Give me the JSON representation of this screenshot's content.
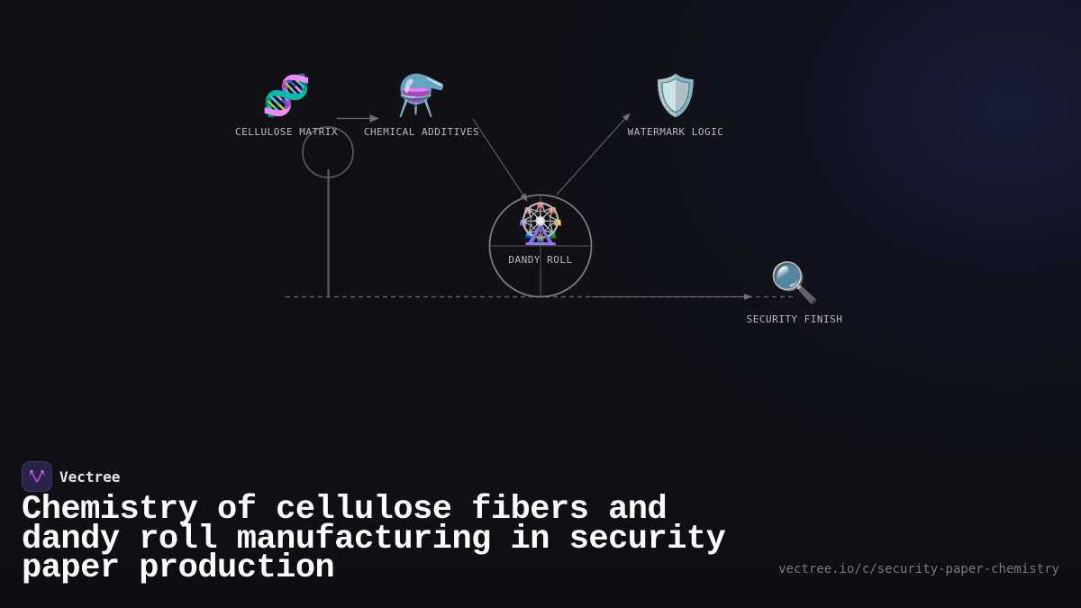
{
  "brand": {
    "name": "Vectree",
    "logo_icon": "vectree-fork-icon",
    "accent_color": "#b046d8",
    "logo_bg": "#272447"
  },
  "title": "Chemistry of cellulose fibers and dandy roll manufacturing in security paper production",
  "url": "vectree.io/c/security-paper-chemistry",
  "diagram": {
    "nodes": [
      {
        "id": "cellulose-matrix",
        "label": "CELLULOSE MATRIX",
        "icon": "dna-icon",
        "emoji": "🧬"
      },
      {
        "id": "chemical-additives",
        "label": "CHEMICAL ADDITIVES",
        "icon": "flask-icon",
        "emoji": "⚗️"
      },
      {
        "id": "watermark-logic",
        "label": "WATERMARK LOGIC",
        "icon": "shield-icon",
        "emoji": "🛡️"
      },
      {
        "id": "dandy-roll",
        "label": "DANDY ROLL",
        "icon": "ferris-wheel-icon",
        "emoji": "🎡"
      },
      {
        "id": "security-finish",
        "label": "SECURITY FINISH",
        "icon": "magnifying-glass-icon",
        "emoji": "🔍"
      }
    ],
    "edges": [
      {
        "from": "cellulose-matrix",
        "to": "chemical-additives"
      },
      {
        "from": "chemical-additives",
        "to": "dandy-roll"
      },
      {
        "from": "dandy-roll",
        "to": "watermark-logic"
      },
      {
        "from": "dandy-roll",
        "to": "security-finish"
      }
    ],
    "line_color": "#6a6a70",
    "label_color": "#b8b8be"
  }
}
